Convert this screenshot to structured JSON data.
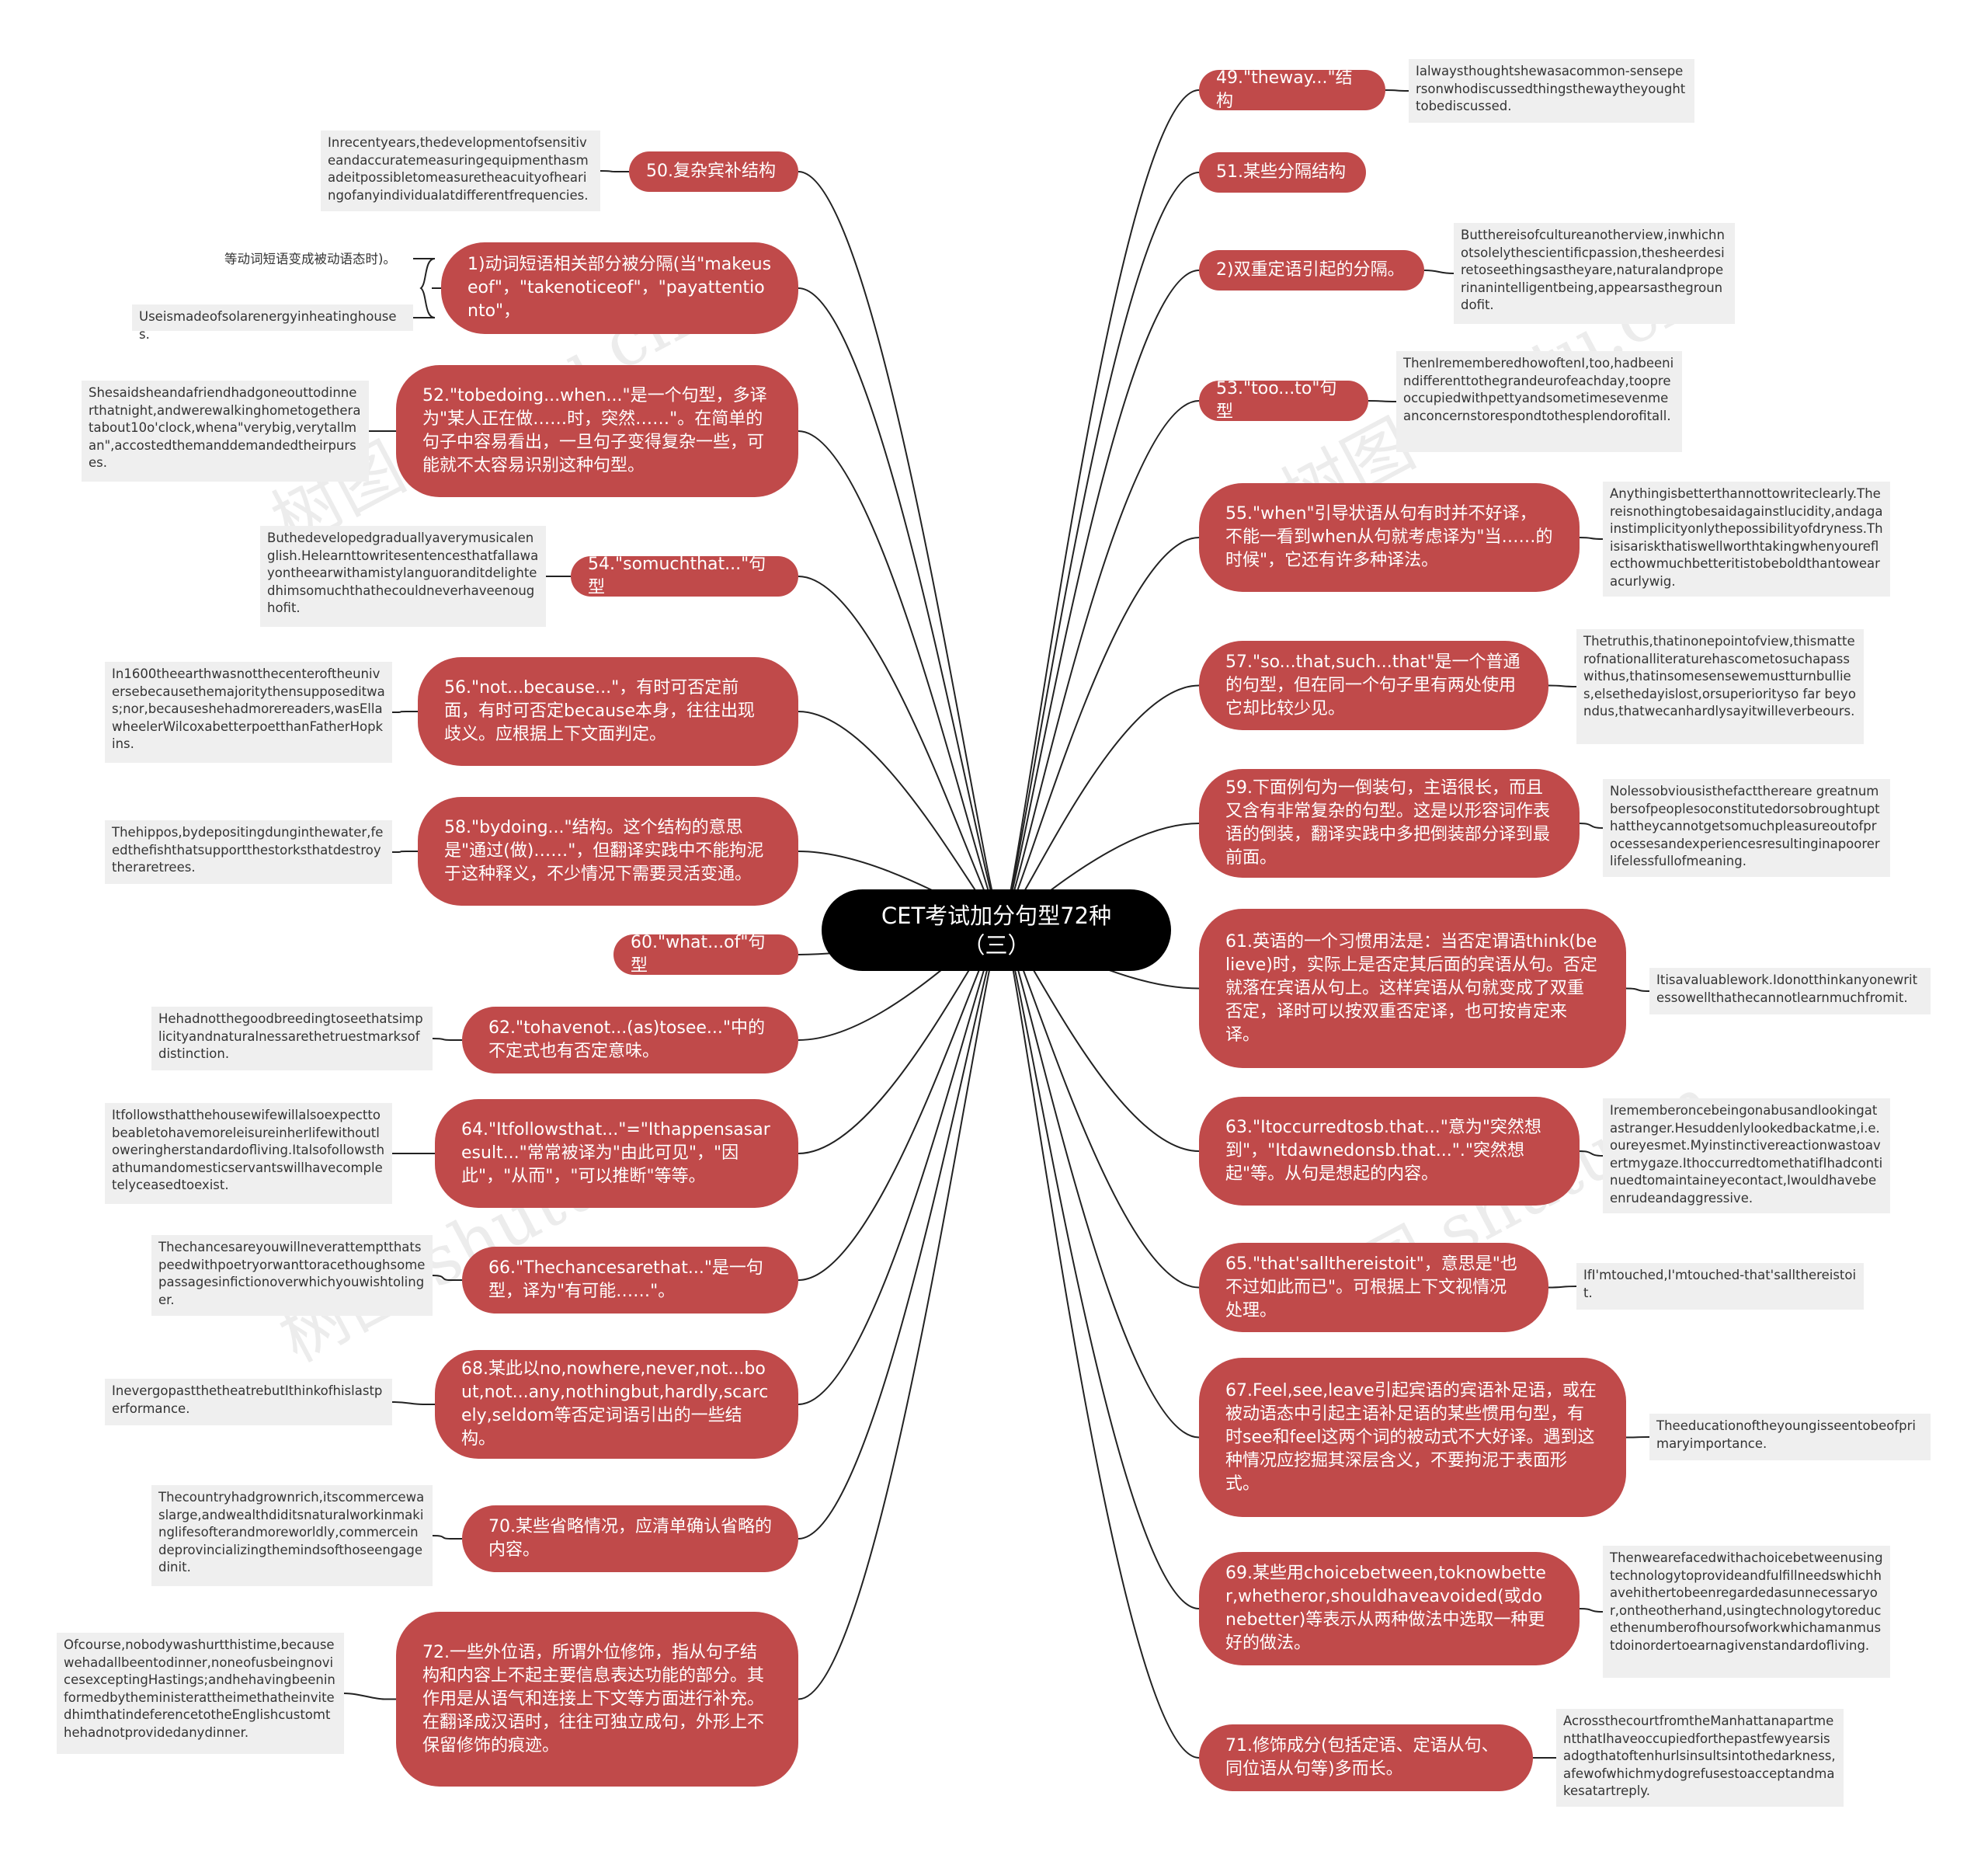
{
  "root": {
    "title": "CET考试加分句型72种（三）"
  },
  "watermark": {
    "text": "树图 shutu.cn"
  },
  "colors": {
    "branch": "#c04a4a",
    "root": "#000000",
    "note_bg": "#efefef",
    "line": "#222222"
  },
  "left": [
    {
      "label": "50.复杂宾补结构",
      "note": "Inrecentyears,thedevelopmentofsensitiveandaccuratemeasuringequipmenthasmadeitpossibletomeasuretheacuityofhearingofanyindividualatdifferentfrequencies."
    },
    {
      "label": "1)动词短语相关部分被分隔(当\"makeuseof\"，\"takenoticeof\"，\"payattentionto\"，",
      "notes": [
        "等动词短语变成被动语态时)。",
        "Useismadeofsolarenergyinheatinghouses."
      ]
    },
    {
      "label": "52.\"tobedoing...when...\"是一个句型，多译为\"某人正在做……时，突然……\"。在简单的句子中容易看出，一旦句子变得复杂一些，可能就不太容易识别这种句型。",
      "note": "Shesaidsheandafriendhadgoneouttodinnerthatnight,andwerewalkinghometogetheratabout10o'clock,whena\"verybig,verytallman\",accostedthemanddemandedtheirpurses."
    },
    {
      "label": "54.\"somuchthat...\"句型",
      "note": "Buthedevelopedgraduallyaverymusicalenglish.Helearnttowritesentencesthatfallawayontheearwithamistylanguoranditdelightedhimsomuchthathecouldneverhaveenoughofit."
    },
    {
      "label": "56.\"not...because...\"，有时可否定前面，有时可否定because本身，往往出现歧义。应根据上下文面判定。",
      "note": "In1600theearthwasnotthecenteroftheuniversebecausethemajoritythensupposeditwas;nor,becauseshehadmorereaders,wasEllawheelerWilcoxabetterpoetthanFatherHopkins."
    },
    {
      "label": "58.\"bydoing...\"结构。这个结构的意思是\"通过(做)……\"，但翻译实践中不能拘泥于这种释义，不少情况下需要灵活变通。",
      "note": "Thehippos,bydepositingdunginthewater,feedthefishthatsupportthestorksthatdestroytheraretrees."
    },
    {
      "label": "60.\"what...of\"句型"
    },
    {
      "label": "62.\"tohavenot...(as)tosee...\"中的不定式也有否定意味。",
      "note": "Hehadnotthegoodbreedingtoseethatsimplicityandnaturalnessarethetruestmarksofdistinction."
    },
    {
      "label": "64.\"Itfollowsthat...\"=\"Ithappensasaresult...\"常常被译为\"由此可见\"，\"因此\"，\"从而\"，\"可以推断\"等等。",
      "note": "Itfollowsthatthehousewifewillalsoexpecttobeabletohavemoreleisureinherlifewithoutloweringherstandardofliving.Italsofollowsthathumandomesticservantswillhavecompletelyceasedtoexist."
    },
    {
      "label": "66.\"Thechancesarethat...\"是一句型，译为\"有可能……\"。",
      "note": "Thechancesareyouwillneverattemptthatspeedwithpoetryorwanttoracethoughsomepassagesinfictionoverwhichyouwishtolinger."
    },
    {
      "label": "68.某此以no,nowhere,never,not...bout,not...any,nothingbut,hardly,scarcely,seldom等否定词语引出的一些结构。",
      "note": "InevergopastthetheatrebutIthinkofhislastperformance."
    },
    {
      "label": "70.某些省略情况，应清单确认省略的内容。",
      "note": "Thecountryhadgrownrich,itscommercewaslarge,andwealthdiditsnaturalworkinmakinglifesofterandmoreworldly,commerceindeprovincializingthemindsofthoseengagedinit."
    },
    {
      "label": "72.一些外位语，所谓外位修饰，指从句子结构和内容上不起主要信息表达功能的部分。其作用是从语气和连接上下文等方面进行补充。在翻译成汉语时，往往可独立成句，外形上不保留修饰的痕迹。",
      "note": "Ofcourse,nobodywashurtthistime,becausewehadallbeentodinner,noneofusbeingnovicesexceptingHastings;andhehavingbeeninformedbytheministerattheimethatheinvitedhimthatindeferencetotheEnglishcustomthehadnotprovidedanydinner."
    }
  ],
  "right": [
    {
      "label": "49.\"theway...\"结构",
      "note": "Ialwaysthoughtshewasacommon-sensepersonwhodiscussedthingsthewaytheyoughttobediscussed."
    },
    {
      "label": "51.某些分隔结构"
    },
    {
      "label": "2)双重定语引起的分隔。",
      "note": "Butthereisofcultureanotherview,inwhichnotsolelythescientificpassion,thesheerdesiretoseethingsastheyare,naturalandproperinanintelligentbeing,appearsasthegroundofit."
    },
    {
      "label": "53.\"too...to\"句型",
      "note": "ThenIrememberedhowoftenI,too,hadbeenindifferenttothegrandeurofeachday,toopreoccupiedwithpettyandsometimesevenmeanconcernstorespondtothesplendorofitall."
    },
    {
      "label": "55.\"when\"引导状语从句有时并不好译，不能一看到when从句就考虑译为\"当……的时候\"，它还有许多种译法。",
      "note": "Anythingisbetterthannottowriteclearly.Thereisnothingtobesaidagainstlucidity,andagainstimplicityonlythepossibilityofdryness.Thisisariskthatiswellworthtakingwhenyoureflecthowmuchbetteritistobeboldthantowearacurlywig."
    },
    {
      "label": "57.\"so...that,such...that\"是一个普通的句型，但在同一个句子里有两处使用它却比较少见。",
      "note": "Thetruthis,thatinonepointofview,thismatterofnationalliteraturehascometosuchapasswithus,thatinsomesensewemustturnbullies,elsethedayislost,orsuperiorityso far beyondus,thatwecanhardlysayitwilleverbeours."
    },
    {
      "label": "59.下面例句为一倒装句，主语很长，而且又含有非常复杂的句型。这是以形容词作表语的倒装，翻译实践中多把倒装部分译到最前面。",
      "note": "Nolessobviousisthefactthereare greatnumbersofpeoplesoconstitutedorsobroughtupthattheycannotgetsomuchpleasureoutofprocessesandexperiencesresultinginapoorerlifelessfullofmeaning."
    },
    {
      "label": "61.英语的一个习惯用法是：当否定谓语think(believe)时，实际上是否定其后面的宾语从句。否定就落在宾语从句上。这样宾语从句就变成了双重否定，译时可以按双重否定译，也可按肯定来译。",
      "note": "Itisavaluablework.Idonotthinkanyonewritessowellthathecannotlearnmuchfromit."
    },
    {
      "label": "63.\"Itoccurredtosb.that...\"意为\"突然想到\"，\"Itdawnedonsb.that...\".\"突然想起\"等。从句是想起的内容。",
      "note": "Irememberoncebeingonabusandlookingatastranger.Hesuddenlylookedbackatme,i.e.oureyesmet.Myinstinctivereactionwastoavertmygaze.IthoccurredtomethatifIhadcontinuedtomaintaineyecontact,Iwouldhavebeenrudeandaggressive."
    },
    {
      "label": "65.\"that'sallthereistoit\"，意思是\"也不过如此而已\"。可根据上下文视情况处理。",
      "note": "IfI'mtouched,I'mtouched-that'sallthereistoit."
    },
    {
      "label": "67.Feel,see,leave引起宾语的宾语补足语，或在被动语态中引起主语补足语的某些惯用句型，有时see和feel这两个词的被动式不大好译。遇到这种情况应挖掘其深层含义，不要拘泥于表面形式。",
      "note": "Theeducationoftheyoungisseentobeofprimaryimportance."
    },
    {
      "label": "69.某些用choicebetween,toknowbetter,whetheror,shouldhaveavoided(或donebetter)等表示从两种做法中选取一种更好的做法。",
      "note": "Thenwearefacedwithachoicebetweenusingtechnologytoprovideandfulfillneedswhichhavehithertobeenregardedasunnecessaryor,ontheotherhand,usingtechnologytoreducethenumberofhoursofworkwhichamanmustdoinordertoearnagivenstandardofliving."
    },
    {
      "label": "71.修饰成分(包括定语、定语从句、同位语从句等)多而长。",
      "note": "AcrossthecourtfromtheManhattanapartmentthatIhaveoccupiedforthepastfewyearsisadogthatoftenhurlsinsultsintothedarkness,afewofwhichmydogrefusestoacceptandmakesatartreply."
    }
  ]
}
